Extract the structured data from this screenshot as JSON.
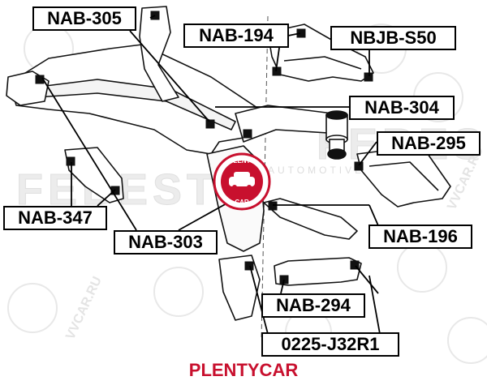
{
  "labels": {
    "nab_305": "NAB-305",
    "nab_194": "NAB-194",
    "nbjb_s50": "NBJB-S50",
    "nab_304": "NAB-304",
    "nab_295": "NAB-295",
    "nab_347": "NAB-347",
    "nab_303": "NAB-303",
    "nab_196": "NAB-196",
    "nab_294": "NAB-294",
    "part_0225": "0225-J32R1"
  },
  "brand": {
    "footer_text": "PLENTYCAR",
    "logo_top": "PLENTY",
    "logo_bottom": "CAR",
    "accent_color": "#c8102e"
  },
  "watermark": {
    "name": "FEBEST",
    "tagline": "AUTOMOTIVE PARTS",
    "site": "VVCAR.RU"
  }
}
